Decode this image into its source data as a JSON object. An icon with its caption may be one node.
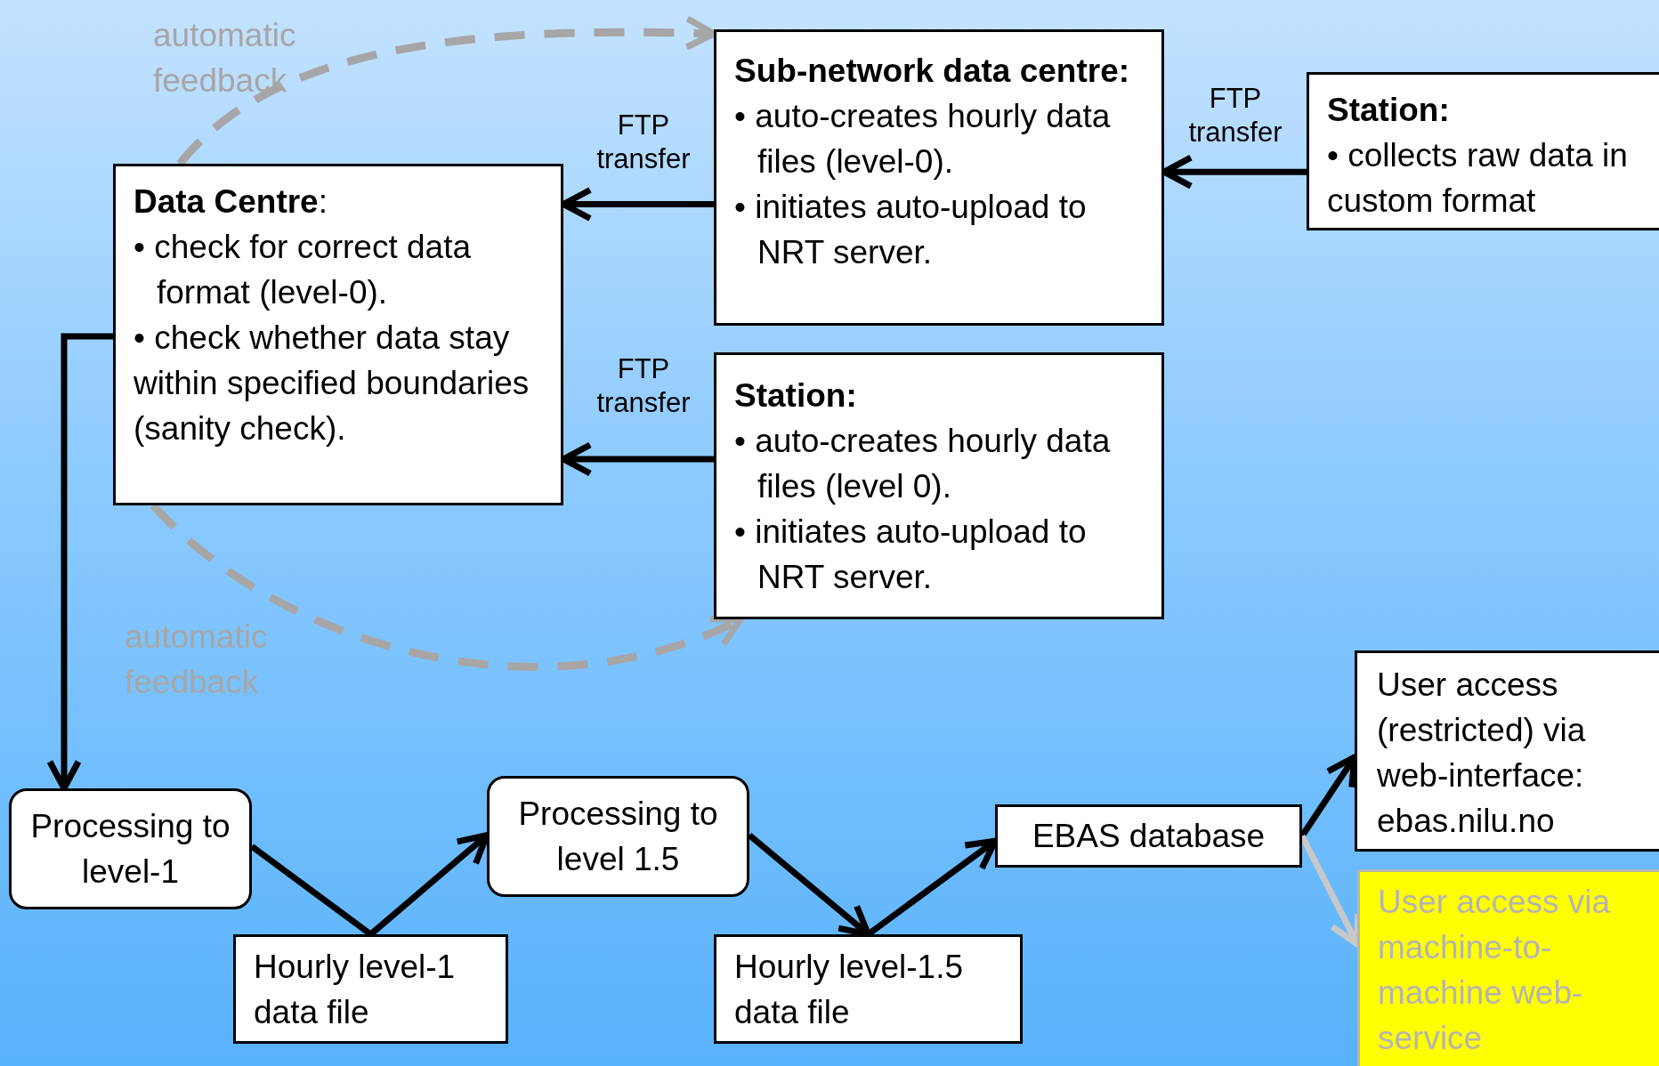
{
  "diagram": {
    "nodes": [
      {
        "text": [
          "Sub-network data centre:",
          "• auto-creates hourly data files (level-0).",
          "• initiates auto-upload to NRT server."
        ]
      },
      {
        "text": [
          "Station:",
          "• collects raw data in custom format"
        ]
      },
      {
        "text": [
          "**Data Centre**:",
          "• check for correct data format (level-0).",
          "• check whether data stay within specified boundaries (sanity check)."
        ]
      },
      {
        "text": [
          "Station:",
          "• auto-creates hourly data files (level 0).",
          "• initiates auto-upload to NRT server."
        ]
      },
      {
        "text": [
          "Processing to level-1"
        ]
      },
      {
        "text": [
          "Hourly level-1 data file"
        ]
      },
      {
        "text": [
          "Processing to level 1.5"
        ]
      },
      {
        "text": [
          "Hourly level-1.5 data file"
        ]
      },
      {
        "text": [
          "EBAS database"
        ]
      },
      {
        "text": [
          "User access (restricted) via web-interface: ebas.nilu.no"
        ]
      },
      {
        "text": [
          "User access via machine-to-machine web-service"
        ]
      }
    ],
    "edges": [
      {
        "from": 1,
        "to": 0,
        "arrow": "to",
        "label": "FTP transfer"
      },
      {
        "from": 0,
        "to": 2,
        "arrow": "to",
        "label": "FTP transfer"
      },
      {
        "from": 3,
        "to": 2,
        "arrow": "to",
        "label": "FTP transfer"
      },
      {
        "from": 2,
        "to": 0,
        "arrow": "to",
        "label": "automatic feedback",
        "style": "dashed",
        "color": "#a6a6a6"
      },
      {
        "from": 2,
        "to": 3,
        "arrow": "to",
        "label": "automatic feedback",
        "style": "dashed",
        "color": "#a6a6a6"
      },
      {
        "from": 2,
        "to": 4,
        "arrow": "to"
      },
      {
        "from": 4,
        "to": 5,
        "arrow": "none"
      },
      {
        "from": 5,
        "to": 6,
        "arrow": "to"
      },
      {
        "from": 6,
        "to": 7,
        "arrow": "to"
      },
      {
        "from": 7,
        "to": 8,
        "arrow": "to"
      },
      {
        "from": 8,
        "to": 9,
        "arrow": "to"
      },
      {
        "from": 8,
        "to": 10,
        "arrow": "to",
        "color": "#c8c8c8"
      }
    ]
  }
}
